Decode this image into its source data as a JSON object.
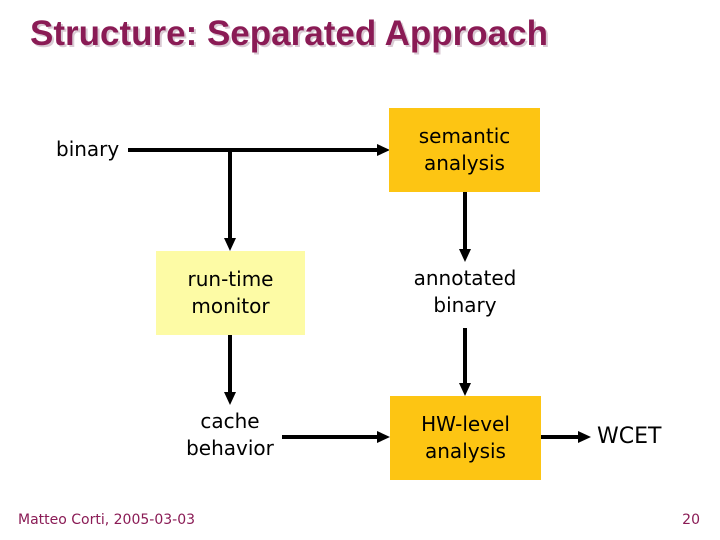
{
  "slide": {
    "title": "Structure: Separated Approach",
    "footer": {
      "author_date": "Matteo Corti, 2005-03-03",
      "page_number": "20"
    }
  },
  "diagram": {
    "nodes": {
      "binary": {
        "label": "binary",
        "type": "plain-text"
      },
      "semantic_analysis": {
        "lines": [
          "semantic",
          "analysis"
        ],
        "type": "filled-box",
        "fill": "#FDC513"
      },
      "run_time_monitor": {
        "lines": [
          "run-time",
          "monitor"
        ],
        "type": "filled-box",
        "fill": "#FDFBA5"
      },
      "annotated_binary": {
        "lines": [
          "annotated",
          "binary"
        ],
        "type": "plain-text"
      },
      "cache_behavior": {
        "lines": [
          "cache",
          "behavior"
        ],
        "type": "plain-text"
      },
      "hw_level_analysis": {
        "lines": [
          "HW-level",
          "analysis"
        ],
        "type": "filled-box",
        "fill": "#FDC513"
      },
      "wcet": {
        "label": "WCET",
        "type": "plain-text"
      }
    },
    "edges": [
      {
        "from": "binary",
        "to": "semantic_analysis",
        "direction": "right"
      },
      {
        "from": "binary",
        "to": "run_time_monitor",
        "direction": "down"
      },
      {
        "from": "semantic_analysis",
        "to": "annotated_binary",
        "direction": "down"
      },
      {
        "from": "run_time_monitor",
        "to": "cache_behavior",
        "direction": "down"
      },
      {
        "from": "annotated_binary",
        "to": "hw_level_analysis",
        "direction": "down"
      },
      {
        "from": "cache_behavior",
        "to": "hw_level_analysis",
        "direction": "right"
      },
      {
        "from": "hw_level_analysis",
        "to": "wcet",
        "direction": "right"
      }
    ],
    "arrow_color": "#000000"
  },
  "colors": {
    "background": "#FFFFFF",
    "title_text": "#8A1B55",
    "title_shadow": "#D9CAD3",
    "footer_text": "#8A1B55",
    "orange_box": "#FDC513",
    "yellow_box": "#FDFBA5",
    "diagram_text": "#000000"
  }
}
